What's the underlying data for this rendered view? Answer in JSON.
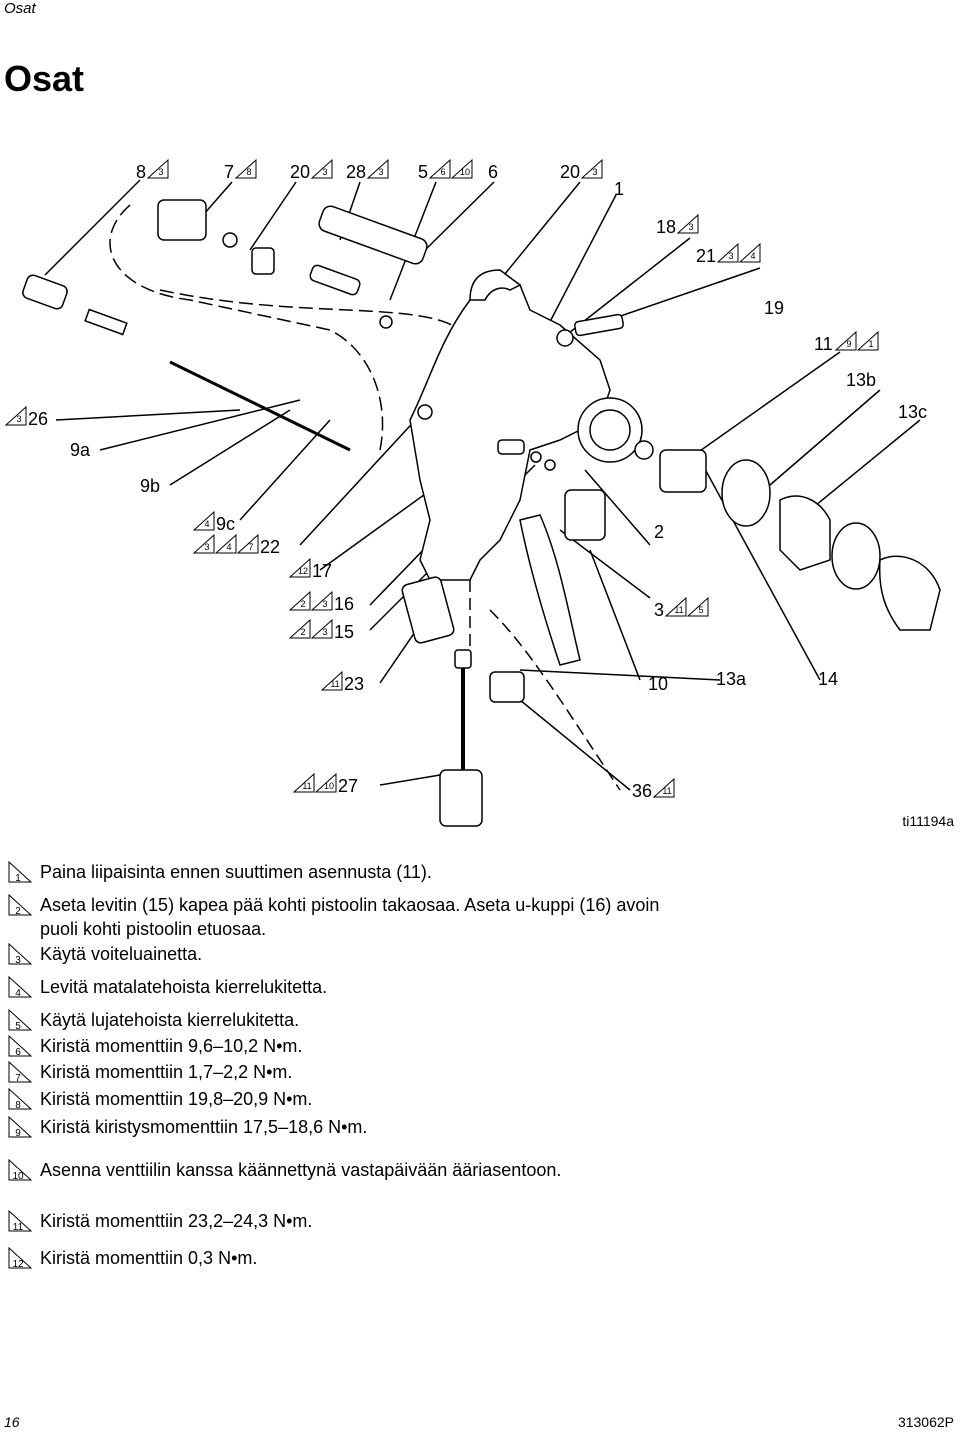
{
  "header": {
    "section": "Osat"
  },
  "page_title": "Osat",
  "figure_id": "ti11194a",
  "callouts": [
    {
      "id": "c-8",
      "num": "8",
      "marks": [
        "3"
      ]
    },
    {
      "id": "c-7",
      "num": "7",
      "marks": [
        "8"
      ]
    },
    {
      "id": "c-20a",
      "num": "20",
      "marks": [
        "3"
      ]
    },
    {
      "id": "c-28",
      "num": "28",
      "marks": [
        "3"
      ]
    },
    {
      "id": "c-5",
      "num": "5",
      "marks": [
        "6",
        "10"
      ]
    },
    {
      "id": "c-6",
      "num": "6",
      "marks": []
    },
    {
      "id": "c-20b",
      "num": "20",
      "marks": [
        "3"
      ]
    },
    {
      "id": "c-1",
      "num": "1",
      "marks": []
    },
    {
      "id": "c-18",
      "num": "18",
      "marks": [
        "3"
      ]
    },
    {
      "id": "c-21",
      "num": "21",
      "marks": [
        "3",
        "4"
      ]
    },
    {
      "id": "c-19",
      "num": "19",
      "marks": []
    },
    {
      "id": "c-11",
      "num": "11",
      "marks": [
        "9",
        "1"
      ]
    },
    {
      "id": "c-13b",
      "num": "13b",
      "marks": []
    },
    {
      "id": "c-13c",
      "num": "13c",
      "marks": []
    },
    {
      "id": "c-26",
      "num": "26",
      "marks": [
        "3"
      ]
    },
    {
      "id": "c-9a",
      "num": "9a",
      "marks": []
    },
    {
      "id": "c-9b",
      "num": "9b",
      "marks": []
    },
    {
      "id": "c-9c",
      "num": "9c",
      "marks": [
        "4"
      ]
    },
    {
      "id": "c-22",
      "num": "22",
      "marks": [
        "3",
        "4",
        "7"
      ]
    },
    {
      "id": "c-17",
      "num": "17",
      "marks": [
        "12"
      ]
    },
    {
      "id": "c-16",
      "num": "16",
      "marks": [
        "2",
        "3"
      ]
    },
    {
      "id": "c-15",
      "num": "15",
      "marks": [
        "2",
        "3"
      ]
    },
    {
      "id": "c-2",
      "num": "2",
      "marks": []
    },
    {
      "id": "c-3",
      "num": "3",
      "marks": [
        "11",
        "5"
      ]
    },
    {
      "id": "c-23",
      "num": "23",
      "marks": [
        "11"
      ]
    },
    {
      "id": "c-10",
      "num": "10",
      "marks": []
    },
    {
      "id": "c-13a",
      "num": "13a",
      "marks": []
    },
    {
      "id": "c-14",
      "num": "14",
      "marks": []
    },
    {
      "id": "c-27",
      "num": "27",
      "marks": [
        "11",
        "10"
      ]
    },
    {
      "id": "c-36",
      "num": "36",
      "marks": [
        "11"
      ]
    }
  ],
  "notes": [
    {
      "mark": "1",
      "text": "Paina liipaisinta ennen suuttimen asennusta (11)."
    },
    {
      "mark": "2",
      "text": "Aseta levitin (15) kapea pää kohti pistoolin takaosaa. Aseta u-kuppi (16) avoin puoli kohti pistoolin etuosaa."
    },
    {
      "mark": "3",
      "text": "Käytä voiteluainetta."
    },
    {
      "mark": "4",
      "text": "Levitä matalatehoista kierrelukitetta."
    },
    {
      "mark": "5",
      "text": "Käytä lujatehoista kierrelukitetta."
    },
    {
      "mark": "6",
      "text": "Kiristä momenttiin 9,6–10,2 N•m."
    },
    {
      "mark": "7",
      "text": "Kiristä momenttiin 1,7–2,2 N•m."
    },
    {
      "mark": "8",
      "text": "Kiristä momenttiin 19,8–20,9 N•m."
    },
    {
      "mark": "9",
      "text": "Kiristä kiristysmomenttiin 17,5–18,6 N•m."
    },
    {
      "mark": "10",
      "text": "Asenna venttiilin kanssa käännettynä vastapäivään ääriasentoon."
    },
    {
      "mark": "11",
      "text": "Kiristä momenttiin 23,2–24,3 N•m."
    },
    {
      "mark": "12",
      "text": "Kiristä momenttiin 0,3 N•m."
    }
  ],
  "footer": {
    "page_number": "16",
    "doc_number": "313062P"
  }
}
